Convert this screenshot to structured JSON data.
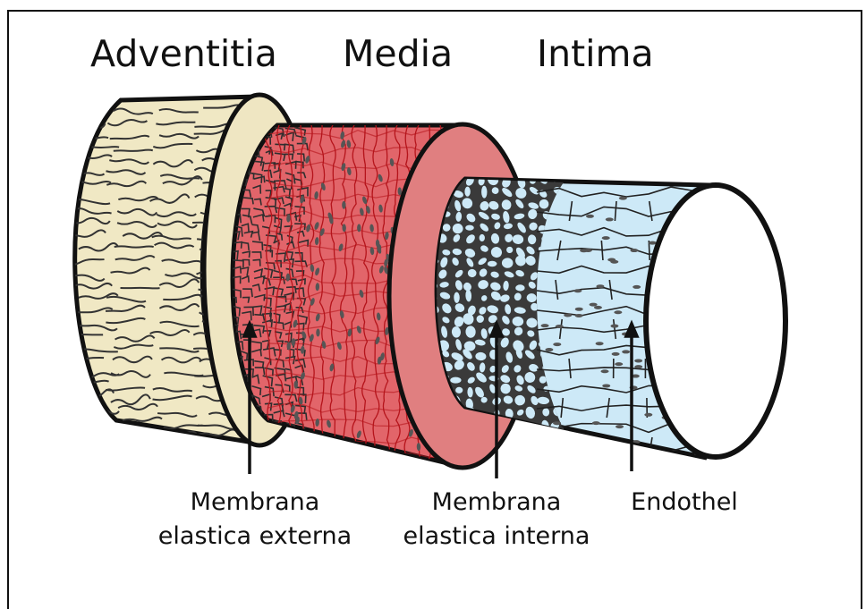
{
  "layers": {
    "adventitia": "Adventitia",
    "media": "Media",
    "intima": "Intima"
  },
  "callouts": {
    "externa": {
      "line1": "Membrana",
      "line2": "elastica externa"
    },
    "interna": {
      "line1": "Membrana",
      "line2": "elastica interna"
    },
    "endothel": "Endothel"
  },
  "colors": {
    "adventitia_fill": "#f0e8c4",
    "adventitia_rim": "#efe6c2",
    "media_fill": "#e2656a",
    "media_rim": "#e07f80",
    "media_fiber": "#c2121c",
    "intima_fill": "#cde9f7",
    "elastic_mesh": "#3a3a3a",
    "lumen": "#ffffff",
    "outline": "#111111"
  }
}
